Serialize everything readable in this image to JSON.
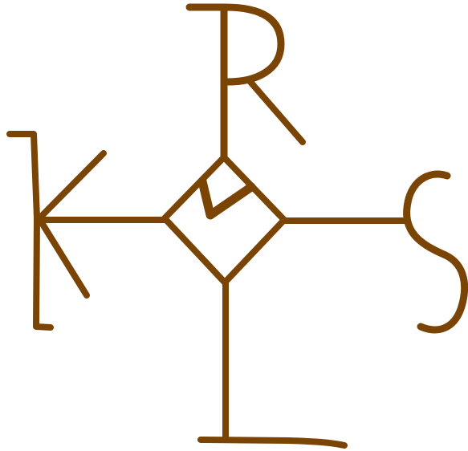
{
  "emblem": {
    "type": "monogram",
    "letters": [
      "R",
      "K",
      "S",
      "L"
    ],
    "ink_color": "#7a4405",
    "background_color": "#ffffff",
    "center_mark": "check-mark"
  }
}
